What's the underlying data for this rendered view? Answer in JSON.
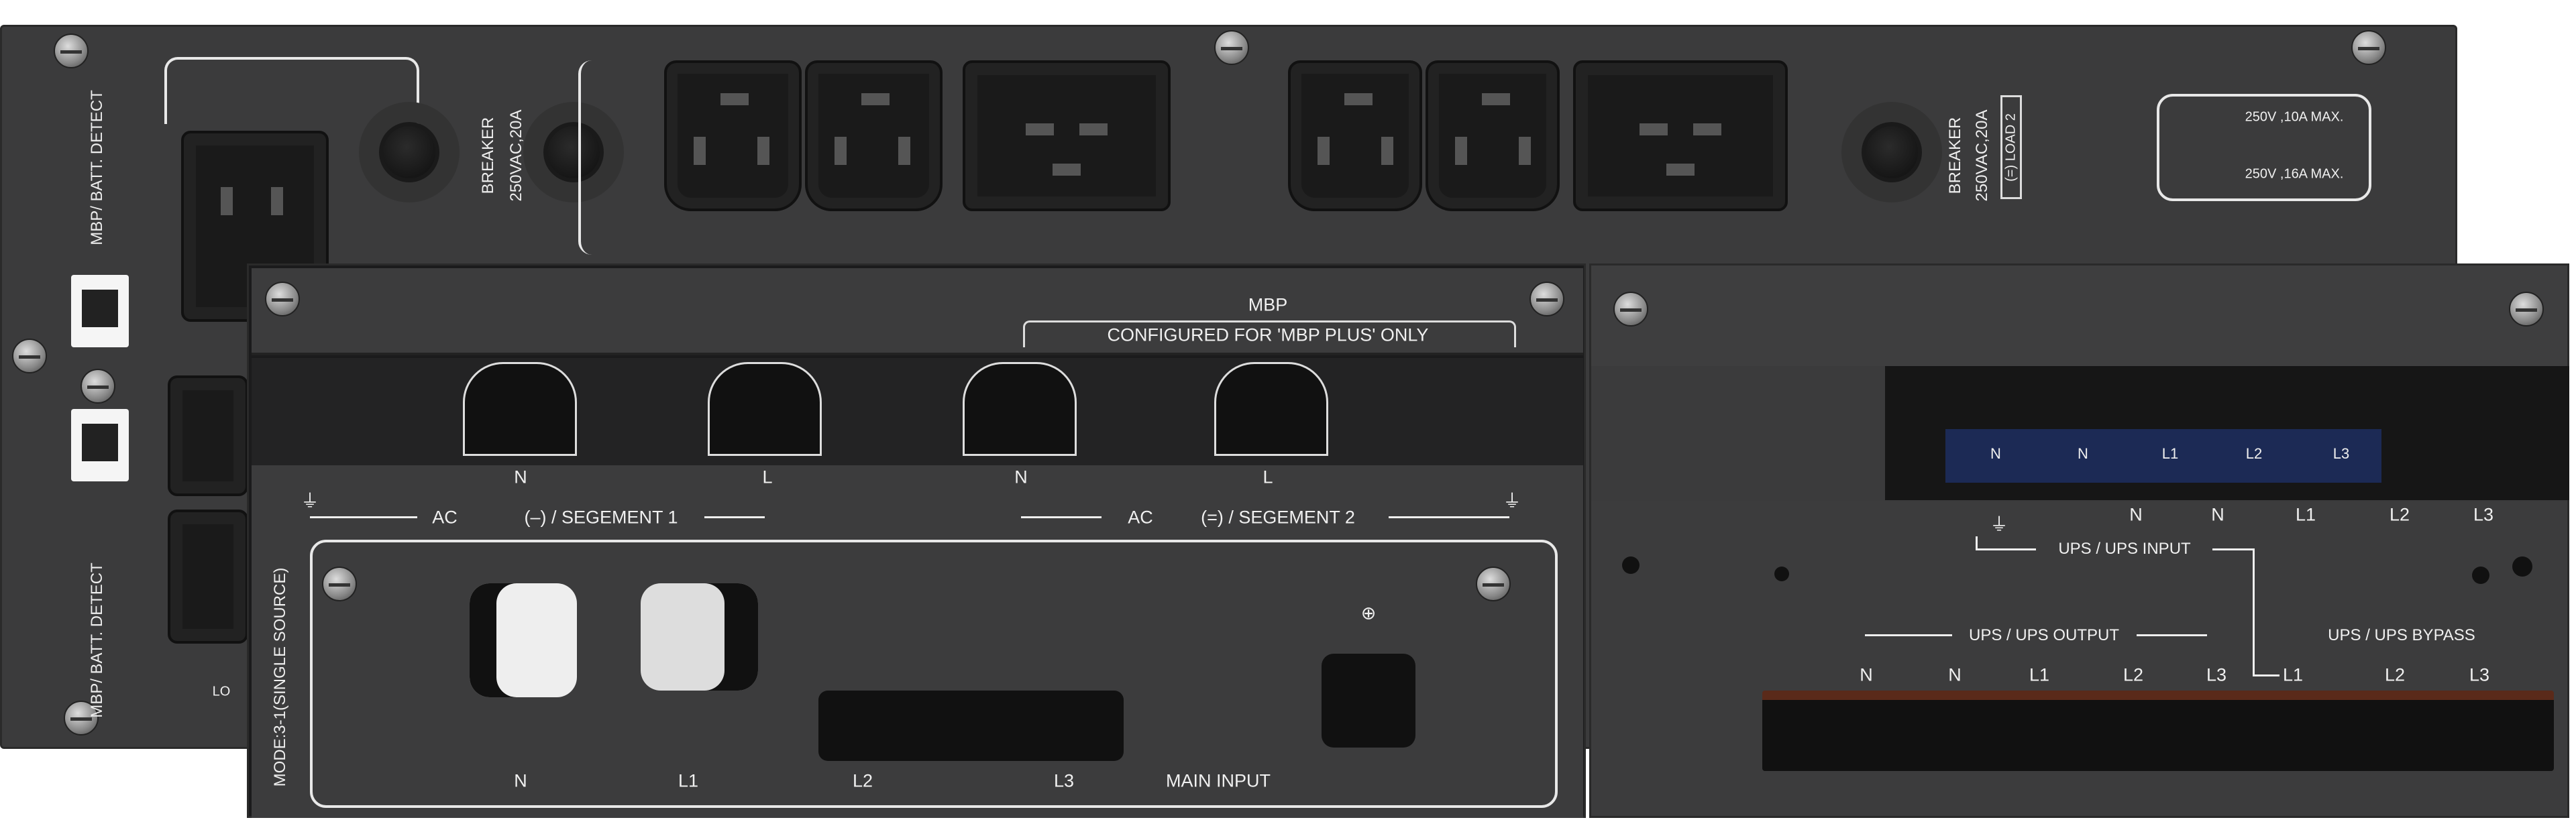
{
  "rear_panel": {
    "detect_label_1": "MBP/ BATT. DETECT",
    "detect_label_2": "MBP/ BATT. DETECT",
    "breakers": [
      {
        "label": "BREAKER",
        "rating": "250VAC,20A"
      },
      {
        "label": "BREAKER",
        "rating": "250VAC,20A"
      }
    ],
    "load_label": "(=) LOAD 2",
    "ratings": [
      "250V ,10A MAX.",
      "250V ,16A MAX."
    ],
    "load_label_bottom": "LO"
  },
  "mbp_module": {
    "title": "MBP",
    "subtitle": "CONFIGURED FOR 'MBP PLUS' ONLY",
    "terminals": [
      "N",
      "L",
      "N",
      "L"
    ],
    "segment_1": {
      "ac": "AC",
      "label": "(–) / SEGEMENT 1"
    },
    "segment_2": {
      "ac": "AC",
      "label": "(=) / SEGEMENT 2"
    },
    "mode": "MODE:3-1(SINGLE SOURCE)",
    "main_input": {
      "terminals": [
        "N",
        "L1",
        "L2",
        "L3"
      ],
      "label": "MAIN INPUT"
    }
  },
  "ups_module": {
    "block_labels": [
      "N",
      "N",
      "L1",
      "L2",
      "L3"
    ],
    "input_terminals": [
      "N",
      "N",
      "L1",
      "L2",
      "L3"
    ],
    "input_label": "UPS / UPS INPUT",
    "output_label": "UPS / UPS OUTPUT",
    "bypass_label": "UPS / UPS BYPASS",
    "output_terminals": [
      "N",
      "N",
      "L1",
      "L2",
      "L3"
    ],
    "bypass_terminals": [
      "L1",
      "L2",
      "L3"
    ]
  },
  "colors": {
    "panel": "#3b3b3c",
    "label": "#f0f0f0",
    "terminal_blue": "#1c2a55"
  }
}
